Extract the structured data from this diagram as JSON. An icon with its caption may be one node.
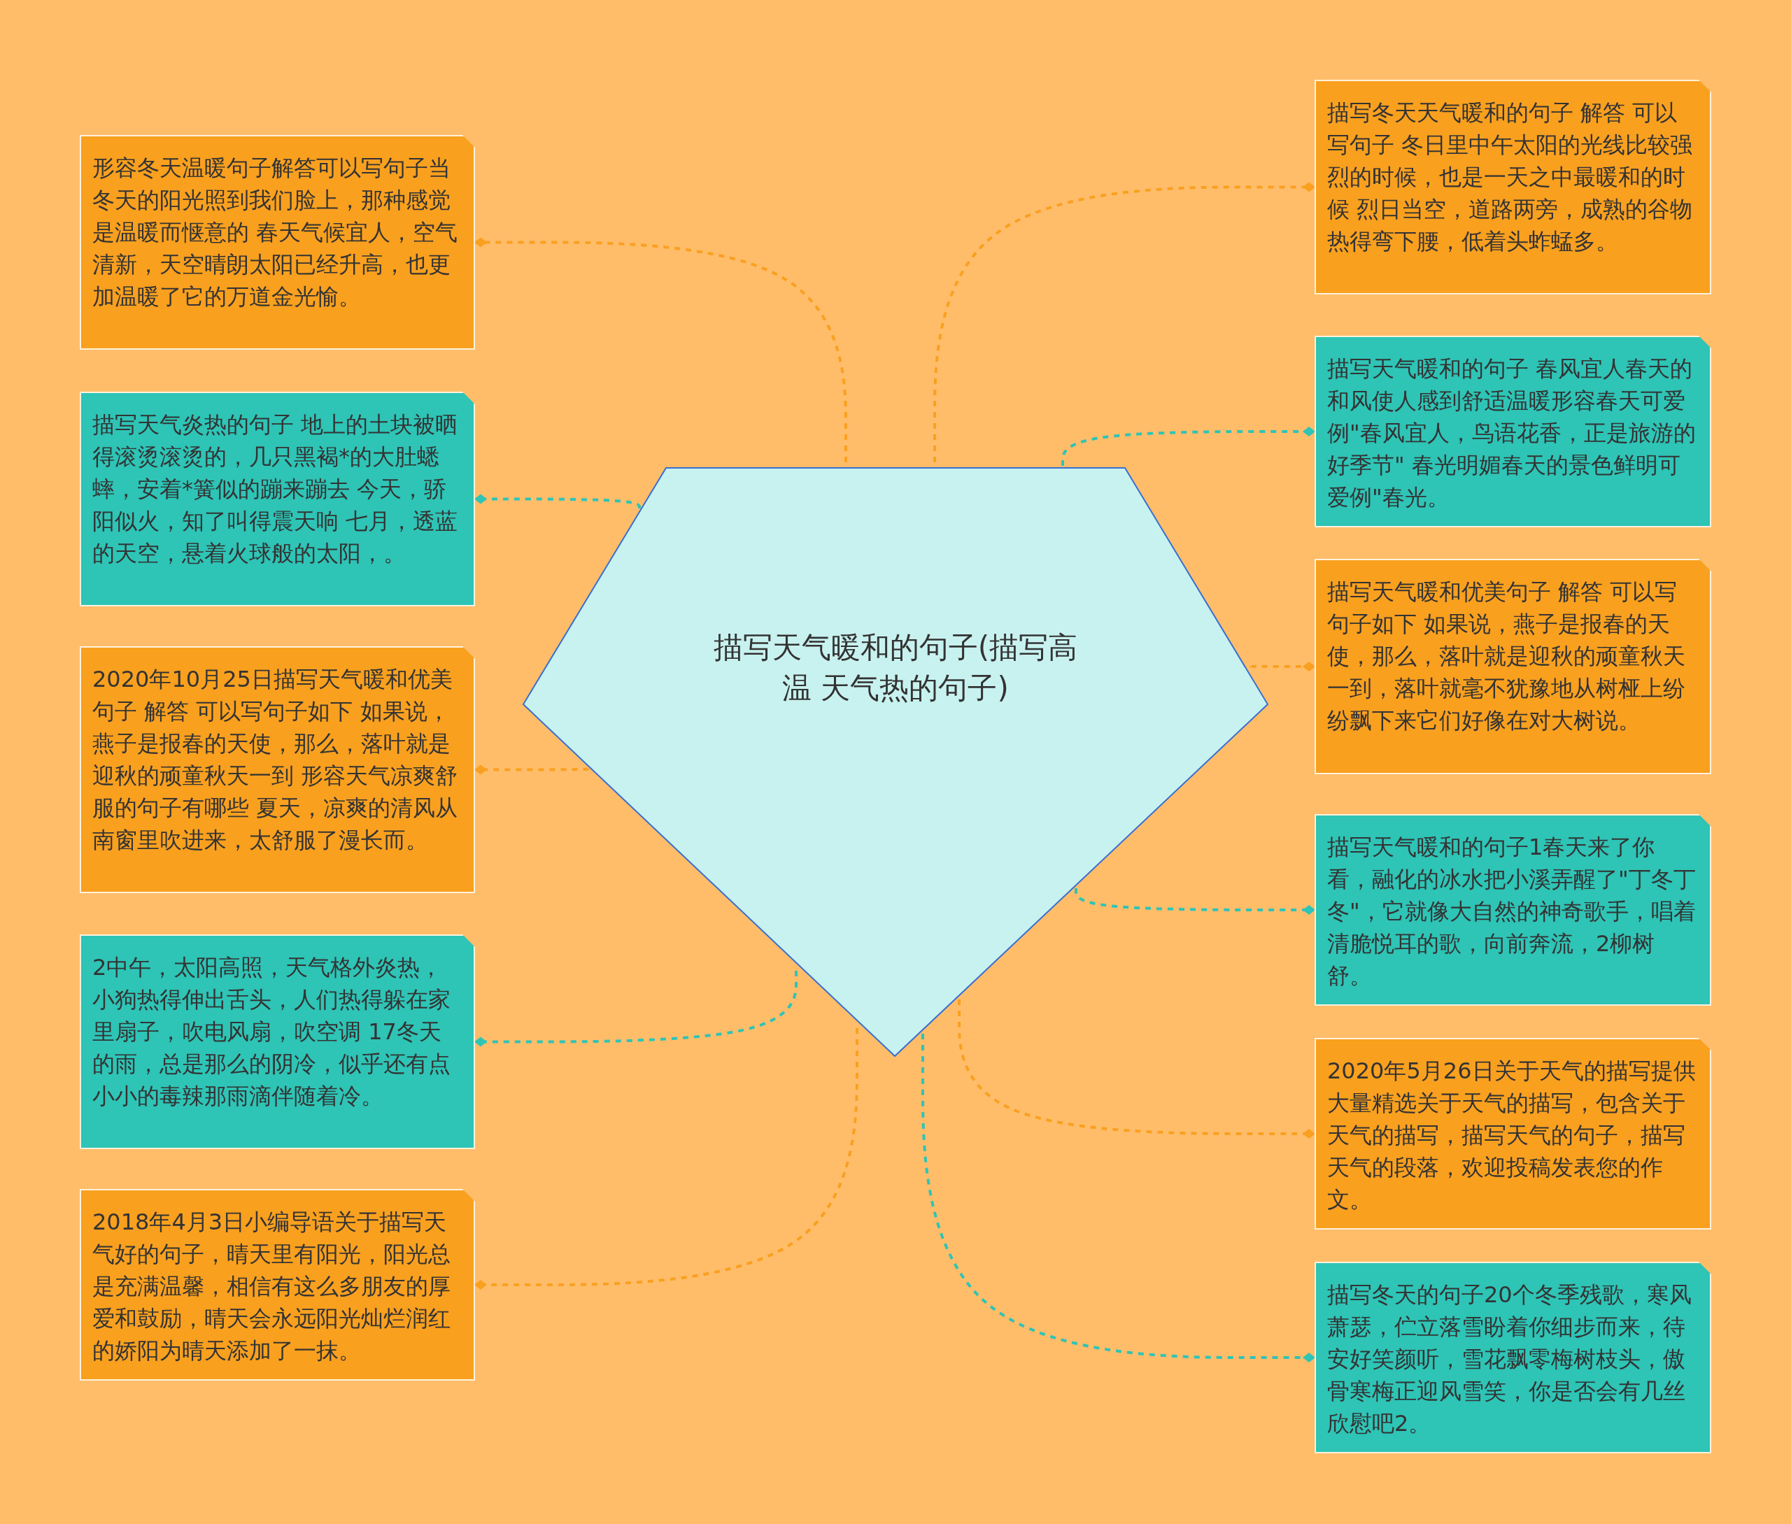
{
  "diagram": {
    "nodes": [
      {
        "text": [
          "描写天气暖和的句子(描写高温 天气热的句子)"
        ]
      },
      {
        "text": [
          "形容冬天温暖句子解答可以写句子当冬天的阳光照到我们脸上，那种感觉是温暖而惬意的 春天气候宜人，空气清新，天空晴朗太阳已经升高，也更加温暖了它的万道金光愉。"
        ]
      },
      {
        "text": [
          "描写天气炎热的句子 地上的土块被晒得滚烫滚烫的，几只黑褐*的大肚蟋蟀，安着*簧似的蹦来蹦去 今天，骄阳似火，知了叫得震天响 七月，透蓝的天空，悬着火球般的太阳，。"
        ]
      },
      {
        "text": [
          "2020年10月25日描写天气暖和优美句子 解答 可以写句子如下 如果说，燕子是报春的天使，那么，落叶就是迎秋的顽童秋天一到 形容天气凉爽舒服的句子有哪些 夏天，凉爽的清风从南窗里吹进来，太舒服了漫长而。"
        ]
      },
      {
        "text": [
          "2中午，太阳高照，天气格外炎热，小狗热得伸出舌头，人们热得躲在家里扇子，吹电风扇，吹空调 17冬天的雨，总是那么的阴冷，似乎还有点小小的毒辣那雨滴伴随着冷。"
        ]
      },
      {
        "text": [
          "2018年4月3日小编导语关于描写天气好的句子，晴天里有阳光，阳光总是充满温馨，相信有这么多朋友的厚爱和鼓励，晴天会永远阳光灿烂润红的娇阳为晴天添加了一抹。"
        ]
      },
      {
        "text": [
          "描写冬天天气暖和的句子 解答 可以写句子 冬日里中午太阳的光线比较强烈的时候，也是一天之中最暖和的时候 烈日当空，道路两旁，成熟的谷物热得弯下腰，低着头蚱蜢多。"
        ]
      },
      {
        "text": [
          "描写天气暖和的句子 春风宜人春天的和风使人感到舒适温暖形容春天可爱例\"春风宜人，鸟语花香，正是旅游的好季节\" 春光明媚春天的景色鲜明可爱例\"春光。"
        ]
      },
      {
        "text": [
          "描写天气暖和优美句子 解答 可以写句子如下 如果说，燕子是报春的天使，那么，落叶就是迎秋的顽童秋天一到，落叶就毫不犹豫地从树桠上纷纷飘下来它们好像在对大树说。"
        ]
      },
      {
        "text": [
          "描写天气暖和的句子1春天来了你看，融化的冰水把小溪弄醒了\"丁冬丁冬\"，它就像大自然的神奇歌手，唱着清脆悦耳的歌，向前奔流，2柳树舒。"
        ]
      },
      {
        "text": [
          "2020年5月26日关于天气的描写提供大量精选关于天气的描写，包含关于天气的描写，描写天气的句子，描写天气的段落，欢迎投稿发表您的作文。"
        ]
      },
      {
        "text": [
          "描写冬天的句子20个冬季残歌，寒风萧瑟，伫立落雪盼着你细步而来，待安好笑颜听，雪花飘零梅树枝头，傲骨寒梅正迎风雪笑，你是否会有几丝欣慰吧2。"
        ]
      }
    ],
    "edges": [
      {
        "from": 0,
        "to": 1,
        "arrow": "other",
        "style": "dashed"
      },
      {
        "from": 0,
        "to": 2,
        "arrow": "other",
        "style": "dashed",
        "color": "#2ec4b6"
      },
      {
        "from": 0,
        "to": 3,
        "arrow": "other",
        "style": "dashed"
      },
      {
        "from": 0,
        "to": 4,
        "arrow": "other",
        "style": "dashed",
        "color": "#2ec4b6"
      },
      {
        "from": 0,
        "to": 5,
        "arrow": "other",
        "style": "dashed"
      },
      {
        "from": 0,
        "to": 6,
        "arrow": "other",
        "style": "dashed"
      },
      {
        "from": 0,
        "to": 7,
        "arrow": "other",
        "style": "dashed",
        "color": "#2ec4b6"
      },
      {
        "from": 0,
        "to": 8,
        "arrow": "other",
        "style": "dashed"
      },
      {
        "from": 0,
        "to": 9,
        "arrow": "other",
        "style": "dashed",
        "color": "#2ec4b6"
      },
      {
        "from": 0,
        "to": 10,
        "arrow": "other",
        "style": "dashed"
      },
      {
        "from": 0,
        "to": 11,
        "arrow": "other",
        "style": "dashed",
        "color": "#2ec4b6"
      }
    ]
  }
}
